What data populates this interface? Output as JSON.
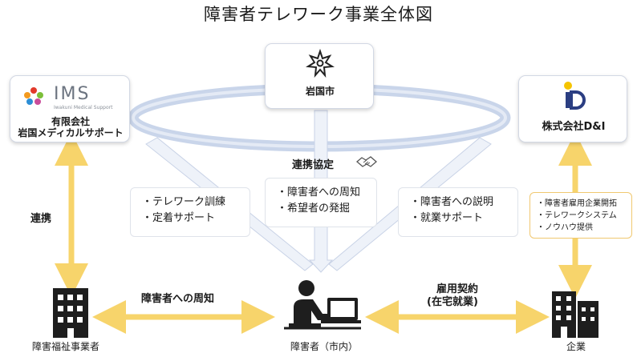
{
  "title": "障害者テレワーク事業全体図",
  "organizations": {
    "city": {
      "name": "岩国市"
    },
    "ims": {
      "logo_text": "IMS",
      "logo_subtext": "Iwakuni Medical Support",
      "name_line1": "有限会社",
      "name_line2": "岩国メディカルサポート"
    },
    "di": {
      "logo_text": "D",
      "name": "株式会社D&I"
    }
  },
  "labels": {
    "cooperation_agreement": "連携協定",
    "cooperation": "連携",
    "notice_to_disabled": "障害者への周知",
    "employment_contract_line1": "雇用契約",
    "employment_contract_line2": "(在宅就業)"
  },
  "boxes": {
    "left": [
      "テレワーク訓練",
      "定着サポート"
    ],
    "center": [
      "障害者への周知",
      "希望者の発掘"
    ],
    "right": [
      "障害者への説明",
      "就業サポート"
    ],
    "far_right": [
      "障害者雇用企業開拓",
      "テレワークシステム",
      "ノウハウ提供"
    ]
  },
  "bottom": {
    "welfare_operator": "障害福祉事業者",
    "disabled_person": "障害者（市内）",
    "company": "企業"
  },
  "colors": {
    "ellipse": "#c9d5ea",
    "arrow_yellow": "#f7d46b",
    "funnel": "#dde4f2"
  }
}
